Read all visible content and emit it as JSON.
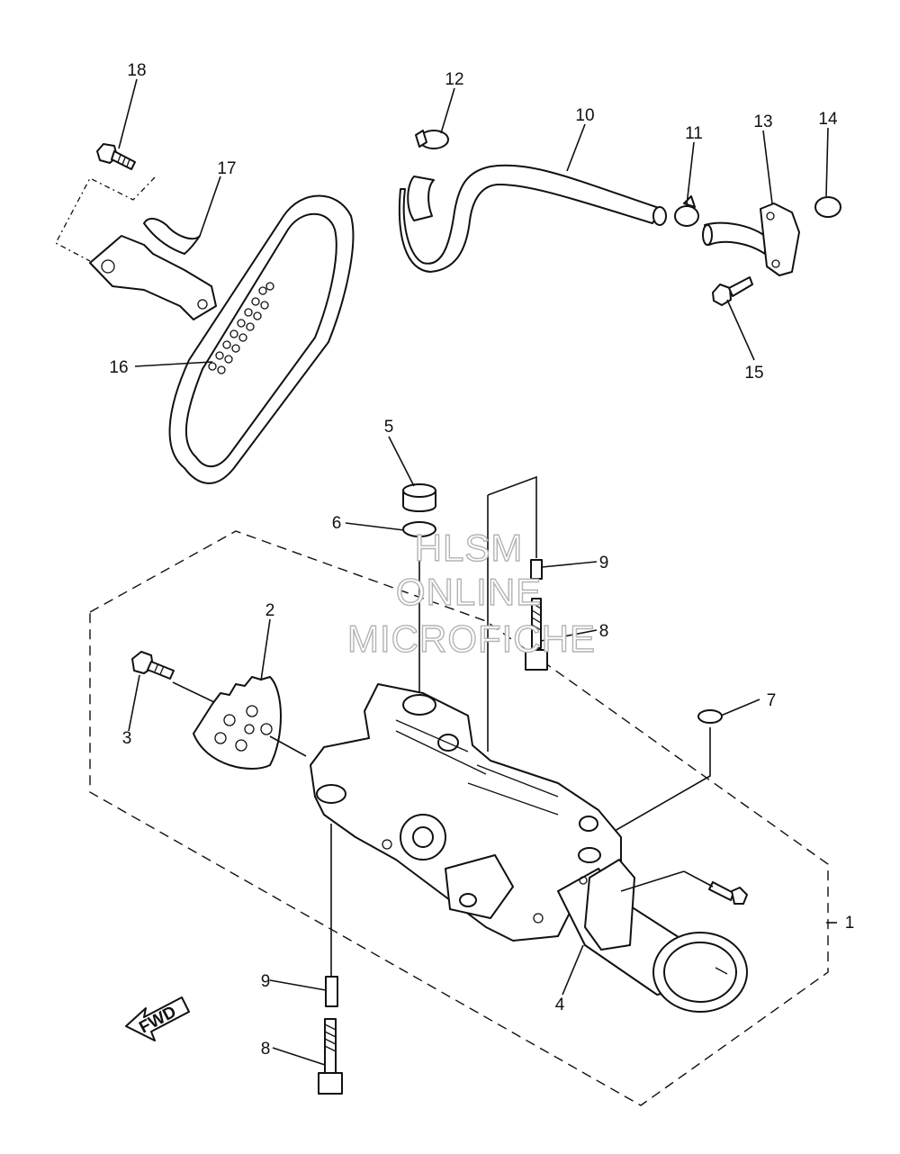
{
  "diagram": {
    "part_labels": {
      "p1": "1",
      "p2": "2",
      "p3": "3",
      "p4": "4",
      "p5": "5",
      "p6": "6",
      "p7": "7",
      "p8a": "8",
      "p8b": "8",
      "p9a": "9",
      "p9b": "9",
      "p10": "10",
      "p11": "11",
      "p12": "12",
      "p13": "13",
      "p14": "14",
      "p15": "15",
      "p16": "16",
      "p17": "17",
      "p18": "18"
    },
    "direction_badge": "FWD",
    "watermark": {
      "line1": "HLSM",
      "line2": "ONLINE",
      "line3": "MICROFICHE"
    }
  }
}
